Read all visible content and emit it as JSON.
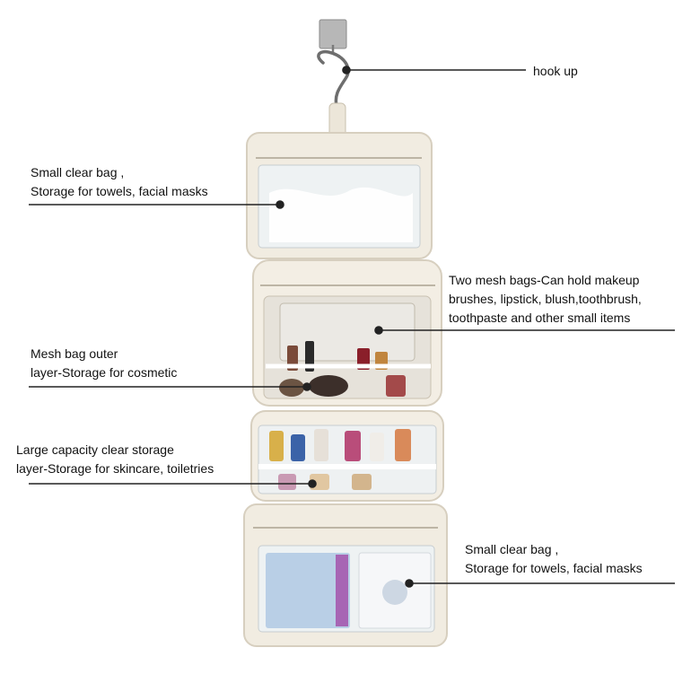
{
  "callouts": [
    {
      "id": "hook",
      "lines": [
        "hook up"
      ]
    },
    {
      "id": "top-clear-bag",
      "lines": [
        "Small clear bag ,",
        "Storage for towels, facial masks"
      ]
    },
    {
      "id": "mesh-bags",
      "lines": [
        "Two mesh bags-Can hold makeup",
        "brushes, lipstick, blush,toothbrush,",
        "toothpaste and other small items"
      ]
    },
    {
      "id": "mesh-outer",
      "lines": [
        "Mesh bag outer",
        "layer-Storage for cosmetic"
      ]
    },
    {
      "id": "large-clear",
      "lines": [
        "Large capacity clear storage",
        "layer-Storage for skincare, toiletries"
      ]
    },
    {
      "id": "bottom-clear-bag",
      "lines": [
        "Small clear bag ,",
        "Storage for towels, facial masks"
      ]
    }
  ],
  "colors": {
    "bag_fabric": "#f1ece1",
    "bag_shadow": "#d9d1c2",
    "clear_plastic": "#e9eef0",
    "leader_line": "#222222",
    "hook_metal": "#6e6e6e"
  }
}
